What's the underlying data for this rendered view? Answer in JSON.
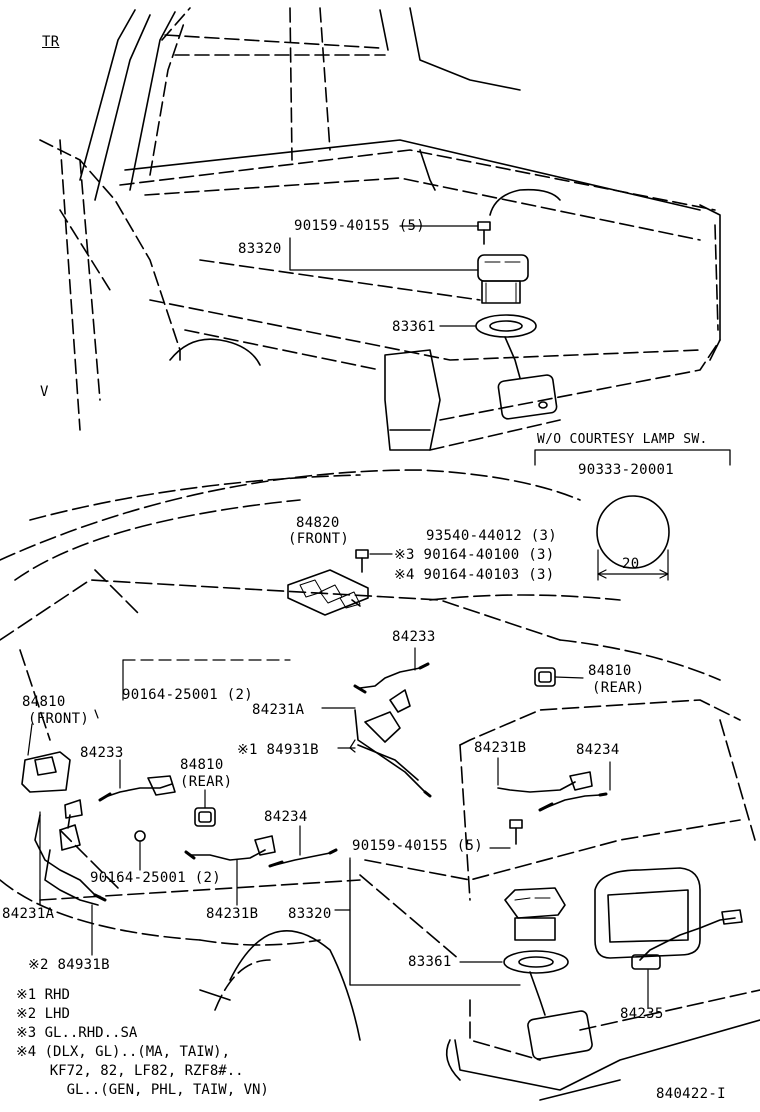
{
  "diagram": {
    "top_labels": {
      "tr": "TR",
      "v": "V",
      "p90159a": "90159-40155 (5)",
      "p83320a": "83320",
      "p83361a": "83361",
      "wo_courtesy": "W/O COURTESY LAMP SW.",
      "p90333": "90333-20001",
      "dim20": "20"
    },
    "bottom_labels": {
      "p84820": "84820",
      "front1": "(FRONT)",
      "p93540": "93540-44012 (3)",
      "p90164_100": "※3 90164-40100 (3)",
      "p90164_103": "※4 90164-40103 (3)",
      "p84233a": "84233",
      "p84810r1": "84810",
      "rear1": "(REAR)",
      "p84810f": "84810",
      "front2": "(FRONT)",
      "p90164_25001a": "90164-25001 (2)",
      "p84231a_top": "84231A",
      "p84931b_1": "※1 84931B",
      "p84231b_r": "84231B",
      "p84234r": "84234",
      "p84233b": "84233",
      "p84810r2": "84810",
      "rear2": "(REAR)",
      "p84234b": "84234",
      "p90159b": "90159-40155 (5)",
      "p90164_25001b": "90164-25001 (2)",
      "p84231a_l": "84231A",
      "p84231b_b": "84231B",
      "p83320b": "83320",
      "p83361b": "83361",
      "p84931b_2": "※2 84931B",
      "p84235": "84235",
      "ref": "840422-I"
    },
    "notes": [
      "※1 RHD",
      "※2 LHD",
      "※3 GL..RHD..SA",
      "※4 (DLX, GL)..(MA, TAIW),",
      "    KF72, 82, LF82, RZF8#..",
      "      GL..(GEN, PHL, TAIW, VN)"
    ]
  }
}
